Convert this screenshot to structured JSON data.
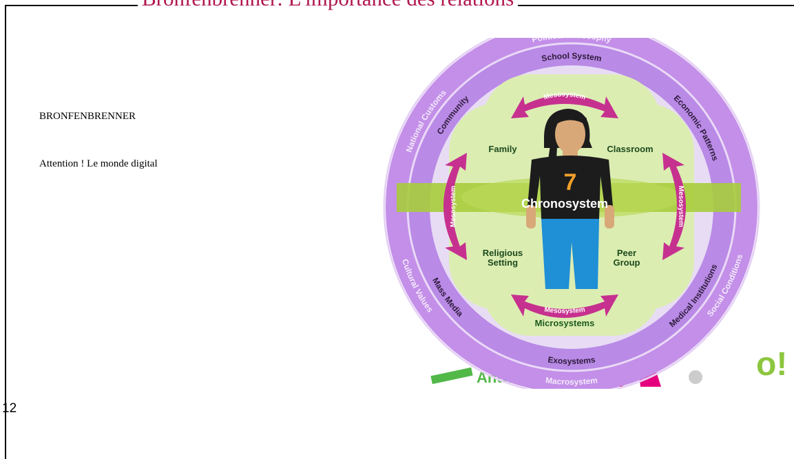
{
  "slide": {
    "title": "Bronfenbrenner: L'importance des relations",
    "text_line_1": "BRONFENBRENNER",
    "text_line_2": "Attention ! Le monde digital",
    "page_number": "12"
  },
  "diagram": {
    "outer_ring": {
      "top": "Political Philosophy",
      "left": "National Customs",
      "bottom_left": "Cultural Values",
      "bottom": "Macrosystem",
      "bottom_right": "Social Conditions"
    },
    "middle_ring": {
      "top": "School System",
      "left": "Community",
      "right": "Economic Patterns",
      "bottom_left": "Mass Media",
      "bottom": "Exosystems",
      "bottom_right": "Medical Institutions"
    },
    "inner": {
      "family": "Family",
      "classroom": "Classroom",
      "religious_line1": "Religious",
      "religious_line2": "Setting",
      "peer_line1": "Peer",
      "peer_line2": "Group",
      "microsystems": "Microsystems",
      "mesosystem": "Mesosystem",
      "chronosystem": "Chronosystem",
      "age": "7"
    },
    "background_logo": {
      "text": "Antwerpen",
      "exclaim": "o!"
    },
    "colors": {
      "outer_ring": "#c38fe8",
      "middle_ring": "#b98ae6",
      "inner_bg": "#dcedb2",
      "chronosystem_band": "#a7cc3c",
      "arrow": "#c6318f",
      "title": "#b0164f"
    }
  }
}
